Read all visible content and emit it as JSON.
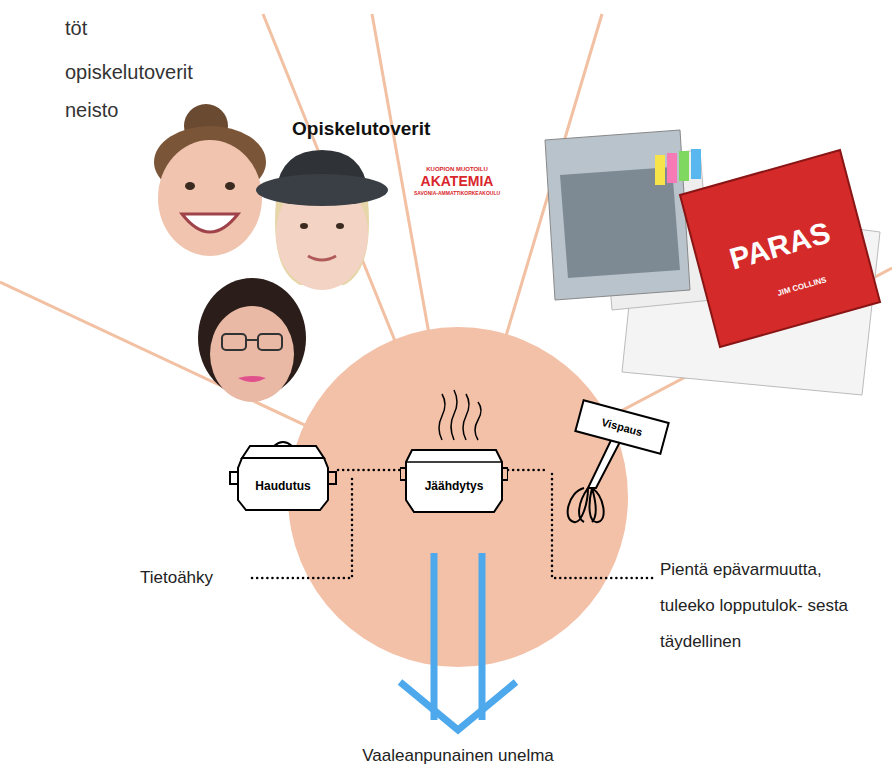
{
  "diagram": {
    "nodes": [
      {
        "text": [
          "Haudutus"
        ]
      },
      {
        "text": [
          "Jäähdytys"
        ]
      },
      {
        "text": [
          "Vispaus"
        ]
      }
    ],
    "edges": [
      {
        "from": 0,
        "to": 1,
        "arrow": "none"
      },
      {
        "from": 1,
        "to": 2,
        "arrow": "none"
      }
    ],
    "labels": [
      "töt",
      "opiskelutoverit",
      "neisto",
      "Opiskelutoverit",
      "KUOPION MUOTOILU",
      "AKATEMIA",
      "SAVONIA-AMMATTIKORKEAKOULU",
      "PARAS",
      "JIM COLLINS",
      "Tietoähky",
      "Pientä epävarmuutta, tuleeko lopputulok- sesta täydellinen",
      "Vaaleanpunainen unelma"
    ]
  }
}
